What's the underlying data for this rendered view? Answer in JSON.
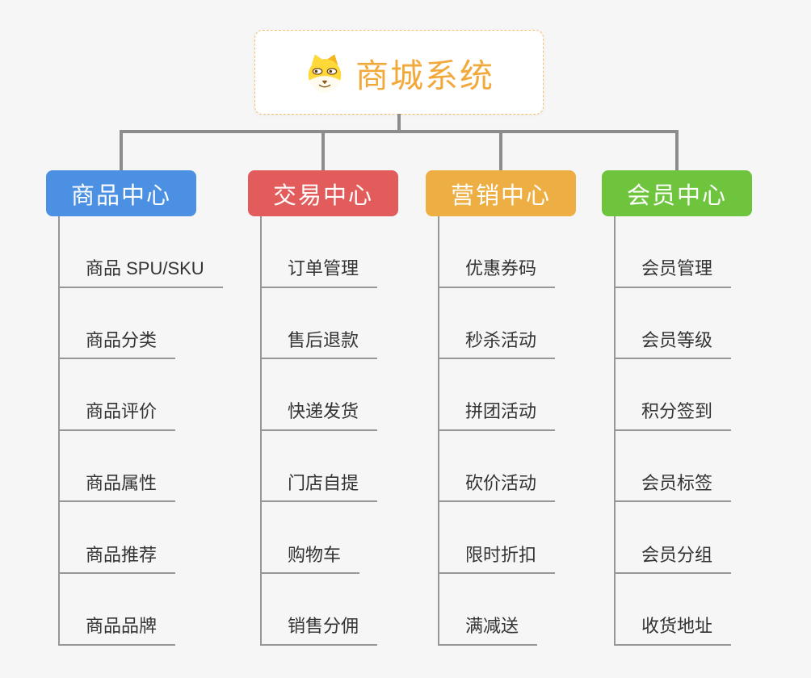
{
  "root": {
    "title": "商城系统",
    "icon": "dog-icon",
    "accent_color": "#F2A93B",
    "border_color": "#F3C171"
  },
  "connector_color": "#8C8C8C",
  "child_line_color": "#979797",
  "branches": [
    {
      "label": "商品中心",
      "color": "#4B90E2",
      "children": [
        "商品 SPU/SKU",
        "商品分类",
        "商品评价",
        "商品属性",
        "商品推荐",
        "商品品牌"
      ]
    },
    {
      "label": "交易中心",
      "color": "#E25C5C",
      "children": [
        "订单管理",
        "售后退款",
        "快递发货",
        "门店自提",
        "购物车",
        "销售分佣"
      ]
    },
    {
      "label": "营销中心",
      "color": "#EDAE44",
      "children": [
        "优惠券码",
        "秒杀活动",
        "拼团活动",
        "砍价活动",
        "限时折扣",
        "满减送"
      ]
    },
    {
      "label": "会员中心",
      "color": "#6EC43D",
      "children": [
        "会员管理",
        "会员等级",
        "积分签到",
        "会员标签",
        "会员分组",
        "收货地址"
      ]
    }
  ]
}
